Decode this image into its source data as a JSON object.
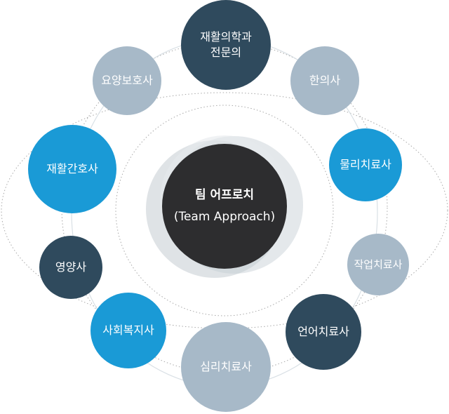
{
  "center": {
    "title": "팀 어프로치",
    "subtitle": "(Team Approach)"
  },
  "roles": [
    {
      "id": "rehab-physician",
      "lines": [
        "재활의학과",
        "전문의"
      ],
      "color": "#2f4a5d"
    },
    {
      "id": "korean-medicine-doctor",
      "lines": [
        "한의사"
      ],
      "color": "#a7b9c8"
    },
    {
      "id": "physical-therapist",
      "lines": [
        "물리치료사"
      ],
      "color": "#1a9ad6"
    },
    {
      "id": "occupational-therapist",
      "lines": [
        "작업치료사"
      ],
      "color": "#a7b9c8"
    },
    {
      "id": "speech-therapist",
      "lines": [
        "언어치료사"
      ],
      "color": "#2f4a5d"
    },
    {
      "id": "psychotherapist",
      "lines": [
        "심리치료사"
      ],
      "color": "#a7b9c8"
    },
    {
      "id": "social-worker",
      "lines": [
        "사회복지사"
      ],
      "color": "#1a9ad6"
    },
    {
      "id": "nutritionist",
      "lines": [
        "영양사"
      ],
      "color": "#2f4a5d"
    },
    {
      "id": "rehab-nurse",
      "lines": [
        "재활간호사"
      ],
      "color": "#1a9ad6"
    },
    {
      "id": "caregiver",
      "lines": [
        "요양보호사"
      ],
      "color": "#a7b9c8"
    }
  ]
}
